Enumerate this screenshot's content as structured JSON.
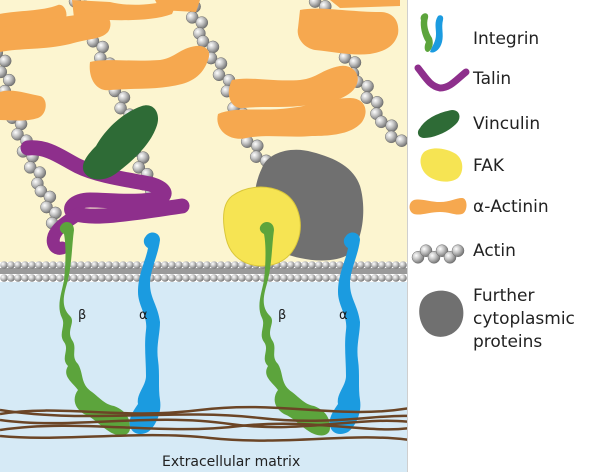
{
  "diagram": {
    "regions": {
      "extracellular": "Extracellular matrix"
    },
    "integrin_subunits": {
      "beta": "β",
      "alpha": "α"
    },
    "legend": [
      {
        "label": "Integrin"
      },
      {
        "label": "Talin"
      },
      {
        "label": "Vinculin"
      },
      {
        "label": "FAK"
      },
      {
        "label": "α-Actinin"
      },
      {
        "label": "Actin"
      },
      {
        "label": "Further\ncytoplasmic\nproteins"
      }
    ],
    "colors": {
      "cytoplasm": "#fcf5d0",
      "extracellular": "#d6eaf6",
      "membrane": "#a9a9a9",
      "integrin_beta": "#5ca43c",
      "integrin_alpha": "#1b9be0",
      "talin": "#8e2f8c",
      "vinculin": "#2e6b36",
      "fak": "#f6e453",
      "actinin": "#f6a84f",
      "actin": "#b3b3b3",
      "further": "#707070",
      "ecm_fiber": "#6b4526"
    }
  }
}
